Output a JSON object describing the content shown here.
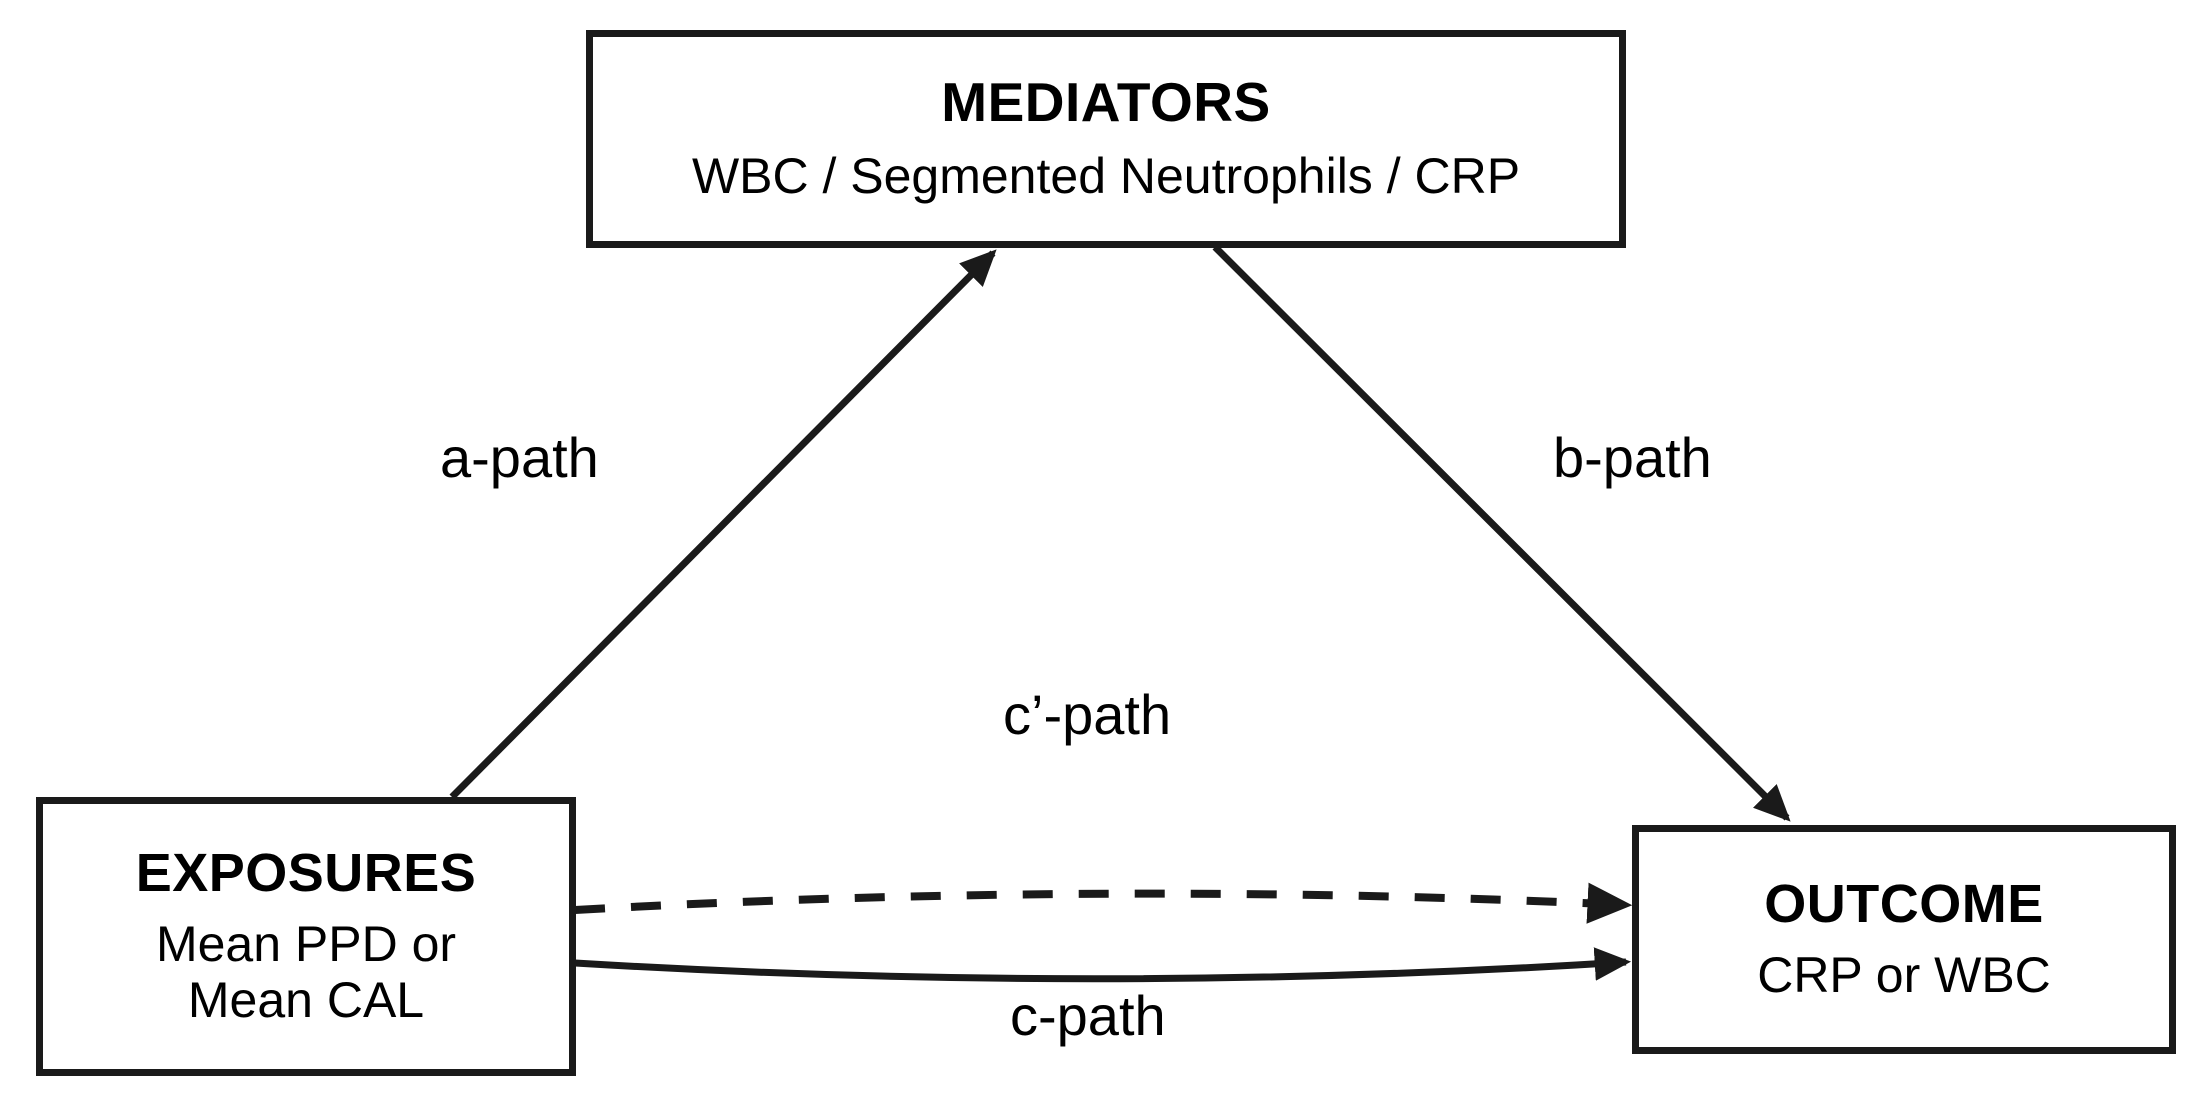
{
  "diagram": {
    "type": "mediation-model",
    "background_color": "#ffffff",
    "stroke_color": "#1a1a1a",
    "nodes": [
      {
        "id": "mediators",
        "title": "MEDIATORS",
        "subtitle": "WBC / Segmented Neutrophils / CRP"
      },
      {
        "id": "exposures",
        "title": "EXPOSURES",
        "subtitle_line1": "Mean PPD or",
        "subtitle_line2": "Mean CAL"
      },
      {
        "id": "outcome",
        "title": "OUTCOME",
        "subtitle": "CRP or WBC"
      }
    ],
    "edges": [
      {
        "id": "a-path",
        "label": "a-path",
        "from": "exposures",
        "to": "mediators",
        "style": "solid",
        "arrowhead": true
      },
      {
        "id": "b-path",
        "label": "b-path",
        "from": "mediators",
        "to": "outcome",
        "style": "solid",
        "arrowhead": true
      },
      {
        "id": "c-prime-path",
        "label": "c’-path",
        "from": "exposures",
        "to": "outcome",
        "style": "dashed",
        "arrowhead": true
      },
      {
        "id": "c-path",
        "label": "c-path",
        "from": "exposures",
        "to": "outcome",
        "style": "solid",
        "arrowhead": true
      }
    ]
  }
}
